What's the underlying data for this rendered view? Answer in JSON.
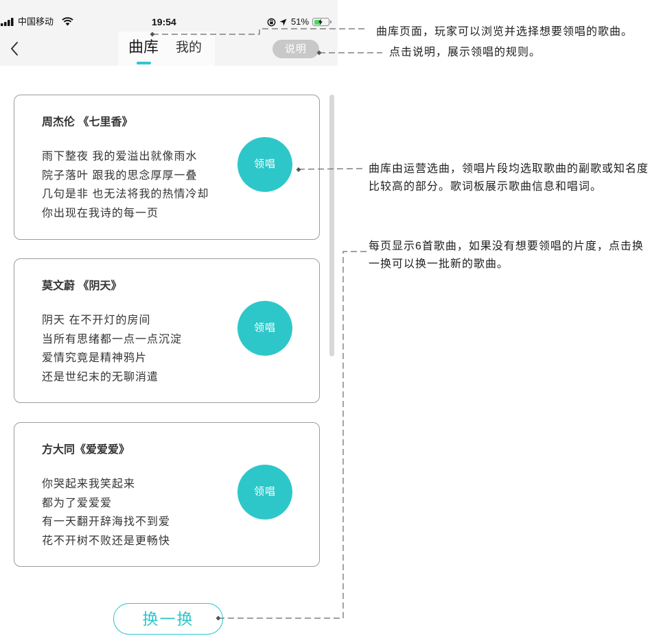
{
  "status_bar": {
    "carrier": "中国移动",
    "time": "19:54",
    "battery": "51%",
    "signal_icon": "signal-bars-icon",
    "wifi_icon": "wifi-icon",
    "rotation_lock_icon": "rotation-lock-icon",
    "location_icon": "location-arrow-icon",
    "battery_icon": "battery-charging-icon"
  },
  "nav": {
    "back_icon": "chevron-left-icon",
    "tabs": [
      {
        "label": "曲库",
        "active": true
      },
      {
        "label": "我的",
        "active": false
      }
    ],
    "help_button": "说明"
  },
  "songs": [
    {
      "title": "周杰伦 《七里香》",
      "lyrics": [
        "雨下整夜 我的爱溢出就像雨水",
        "院子落叶 跟我的思念厚厚一叠",
        "几句是非 也无法将我的热情冷却",
        "你出现在我诗的每一页"
      ],
      "action": "领唱"
    },
    {
      "title": "莫文蔚 《阴天》",
      "lyrics": [
        "阴天 在不开灯的房间",
        "当所有思绪都一点一点沉淀",
        "爱情究竟是精神鸦片",
        "还是世纪末的无聊消遣"
      ],
      "action": "领唱"
    },
    {
      "title": "方大同《爱爱爱》",
      "lyrics": [
        "你哭起来我笑起来",
        "都为了爱爱爱",
        "有一天翻开辞海找不到爱",
        "花不开树不败还是更畅快"
      ],
      "action": "领唱"
    }
  ],
  "refresh_button": "换一换",
  "annotations": [
    {
      "lines": [
        "曲库页面，玩家可以浏览并选择想要领唱的歌曲。"
      ]
    },
    {
      "lines": [
        "点击说明，展示领唱的规则。"
      ]
    },
    {
      "lines": [
        "曲库由运营选曲，领唱片段均选取歌曲的副歌或知名度",
        "比较高的部分。歌词板展示歌曲信息和唱词。"
      ]
    },
    {
      "lines": [
        "每页显示6首歌曲，如果没有想要领唱的片度，点击换",
        "一换可以换一批新的歌曲。"
      ]
    }
  ],
  "colors": {
    "accent": "#2ec7c9",
    "help_button_bg": "#c8c8c8",
    "card_border": "#9b9b9b",
    "battery_fill": "#4cd964",
    "connector": "#666666"
  }
}
